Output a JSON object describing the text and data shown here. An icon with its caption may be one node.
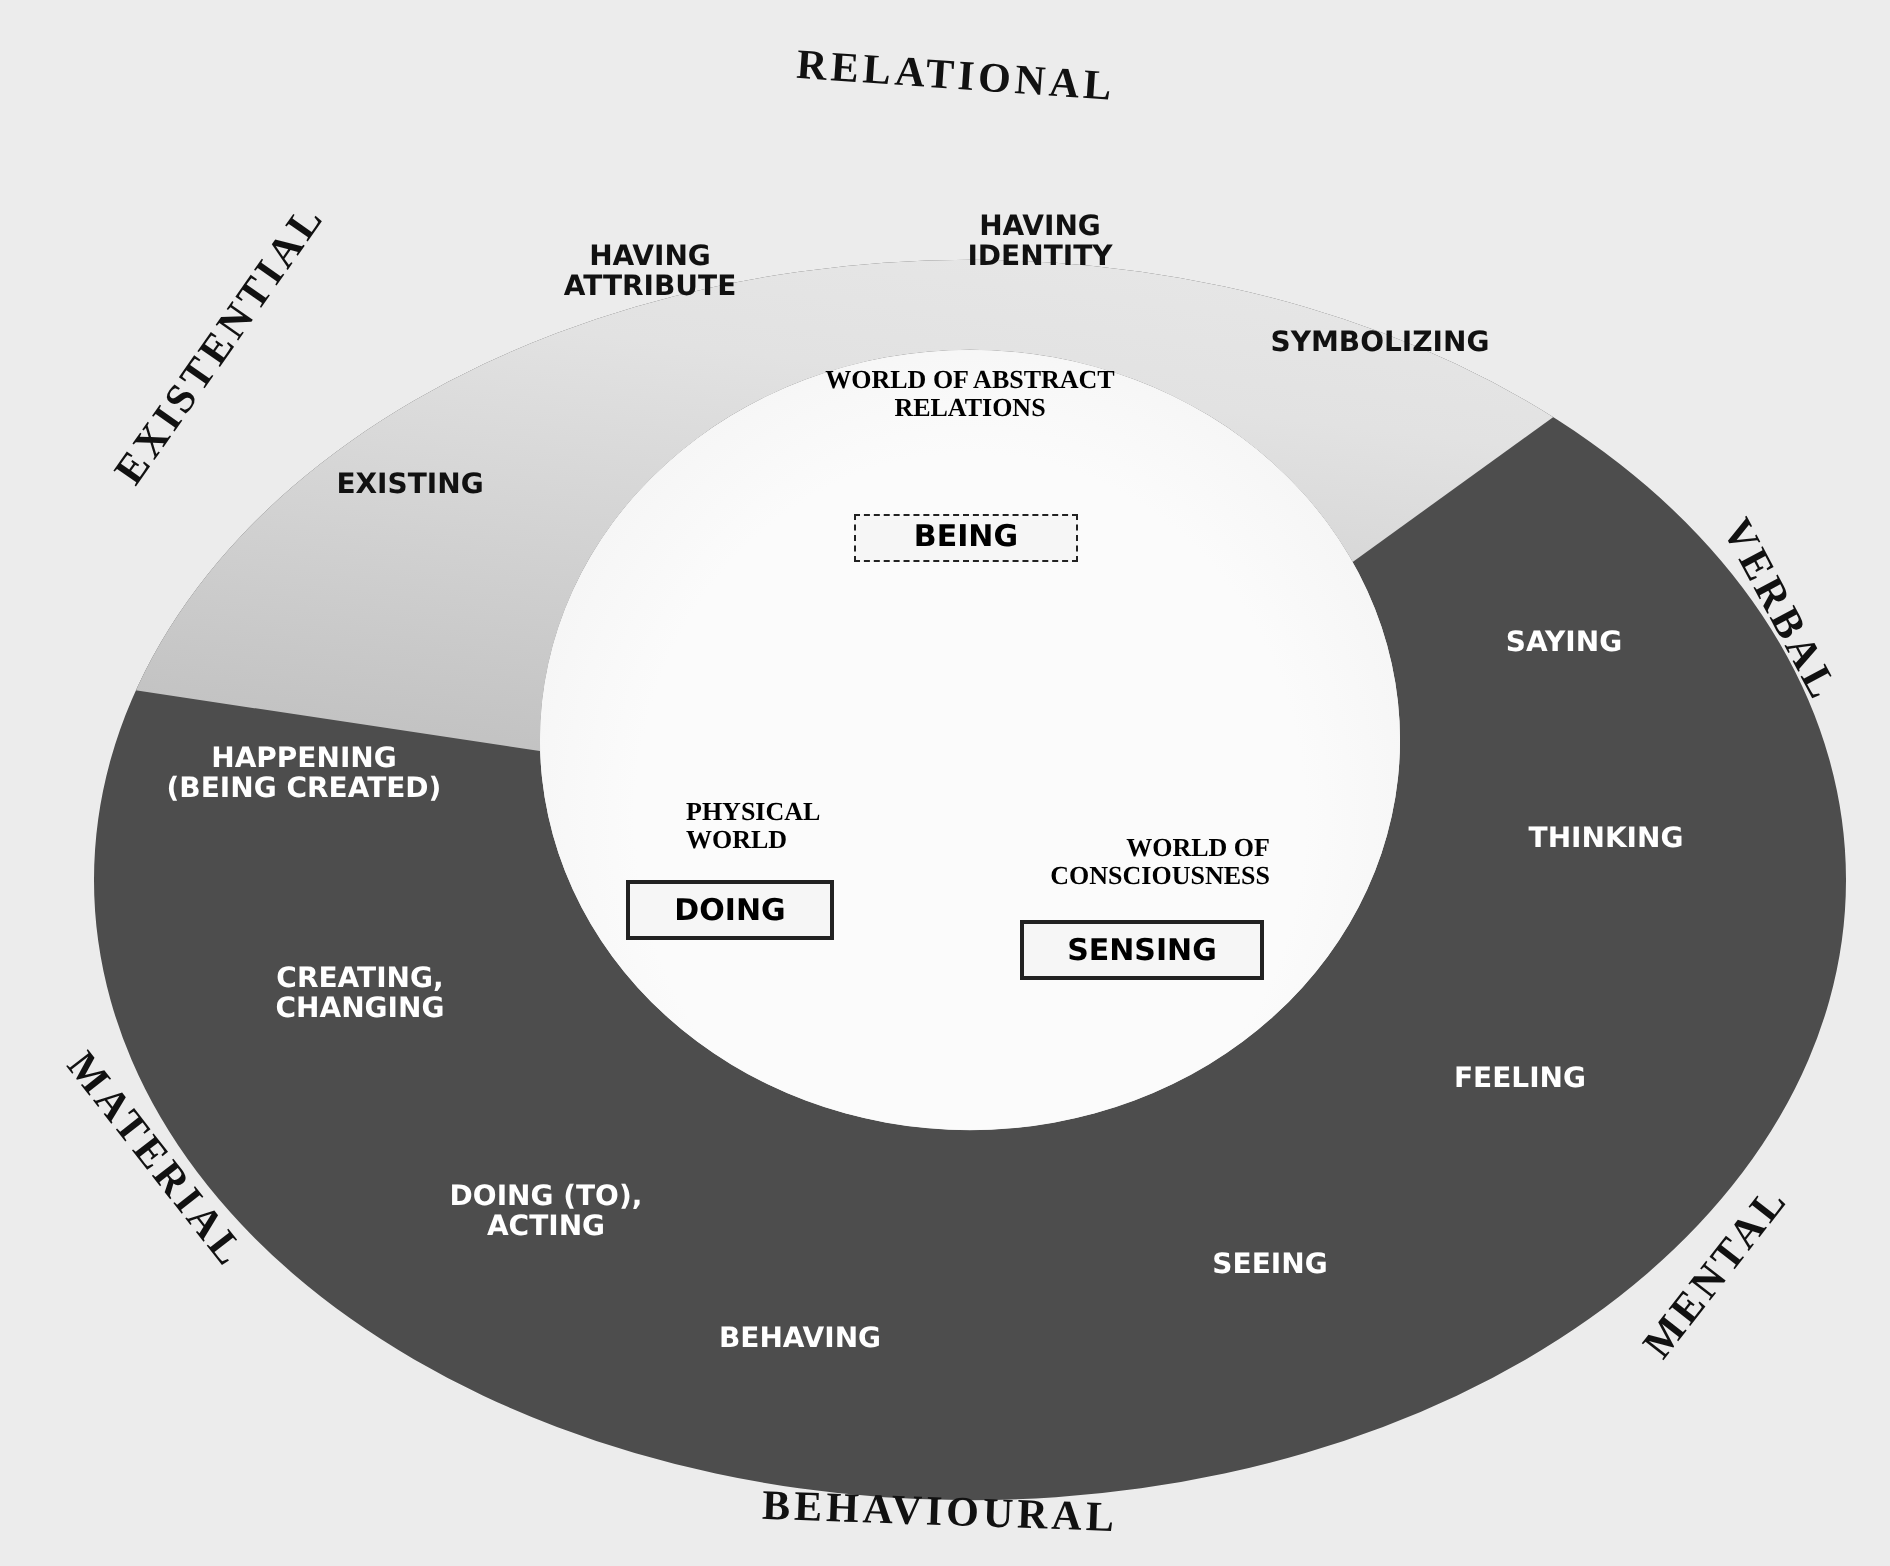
{
  "diagram": {
    "nodes": [
      {
        "text": [
          "WORLD OF ABSTRACT RELATIONS",
          "PHYSICAL WORLD",
          "WORLD OF CONSCIOUSNESS"
        ]
      },
      {
        "text": [
          "BEING"
        ],
        "in": 0
      },
      {
        "text": [
          "DOING"
        ],
        "in": 0
      },
      {
        "text": [
          "SENSING"
        ],
        "in": 0
      }
    ],
    "edges": [],
    "labels": [
      "RELATIONAL",
      "HAVING IDENTITY",
      "HAVING ATTRIBUTE",
      "EXISTENTIAL",
      "SYMBOLIZING",
      "VERBAL",
      "EXISTING",
      "SAYING",
      "HAPPENING (BEING CREATED)",
      "THINKING",
      "CREATING, CHANGING",
      "MATERIAL",
      "FEELING",
      "DOING (TO), ACTING",
      "SEEING",
      "MENTAL",
      "BEHAVING",
      "BEHAVIOURAL"
    ]
  }
}
